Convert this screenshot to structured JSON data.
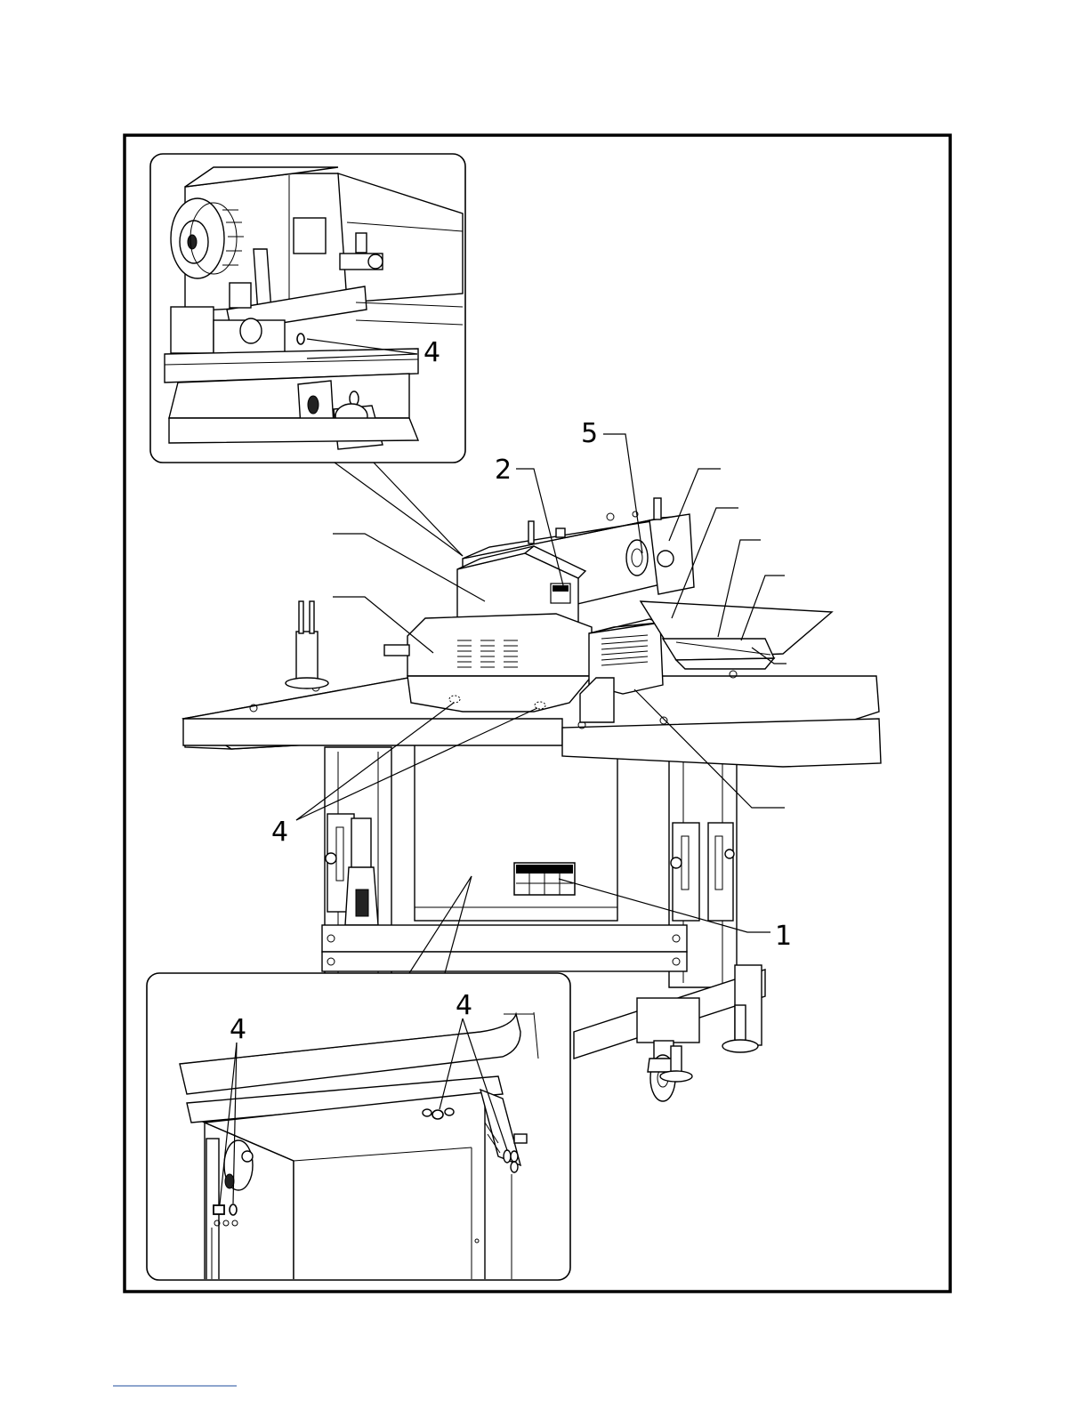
{
  "figure": {
    "callouts": {
      "label_1": "1",
      "label_2": "2",
      "label_4_main": "4",
      "label_4_top_inset": "4",
      "label_4_bottom_left": "4",
      "label_4_bottom_right": "4",
      "label_5": "5"
    }
  }
}
